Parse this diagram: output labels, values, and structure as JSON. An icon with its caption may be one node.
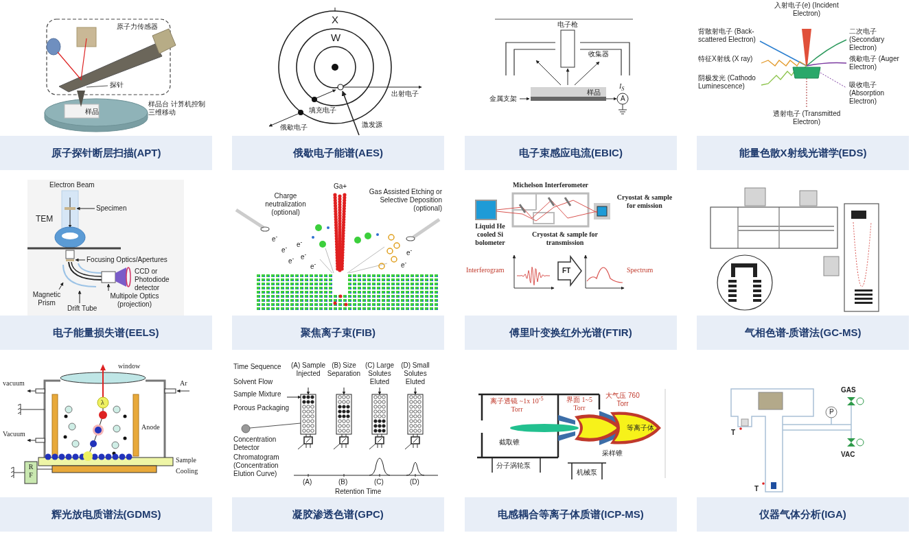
{
  "diagram": {
    "nodes": [
      {
        "text": [
          "原子探针断层扫描(APT)"
        ]
      },
      {
        "text": [
          "俄歇电子能谱(AES)"
        ]
      },
      {
        "text": [
          "电子束感应电流(EBIC)"
        ]
      },
      {
        "text": [
          "能量色散X射线光谱学(EDS)"
        ]
      },
      {
        "text": [
          "电子能量损失谱(EELS)"
        ]
      },
      {
        "text": [
          "聚焦离子束(FIB)"
        ]
      },
      {
        "text": [
          "傅里叶变换红外光谱(FTIR)"
        ]
      },
      {
        "text": [
          "气相色谱-质谱法(GC-MS)"
        ]
      },
      {
        "text": [
          "辉光放电质谱法(GDMS)"
        ]
      },
      {
        "text": [
          "凝胶渗透色谱(GPC)"
        ]
      },
      {
        "text": [
          "电感耦合等离子体质谱(ICP-MS)"
        ]
      },
      {
        "text": [
          "仪器气体分析(IGA)"
        ]
      }
    ],
    "labels": [
      "原子力传感器",
      "探针",
      "样品",
      "样品台 计算机控制三维移动",
      "X",
      "W",
      "出射电子",
      "填充电子",
      "俄歇电子",
      "激发源",
      "电子枪",
      "收集器",
      "样品",
      "金属支架",
      "I$_{S}$",
      "A",
      "入射电子(e) (Incident Electron)",
      "背散射电子 (Back-scattered Electron)",
      "特征X射线 (X ray)",
      "阴极发光 (Cathodo Luminescence)",
      "二次电子 (Secondary Electron)",
      "俄歇电子 (Auger Electron)",
      "吸收电子 (Absorption Electron)",
      "透射电子 (Transmitted Electron)",
      "Electron Beam",
      "Specimen",
      "TEM",
      "Focusing Optics/Apertures",
      "CCD or Photodiode detector",
      "Magnetic Prism",
      "Drift Tube",
      "Multipole Optics (projection)",
      "Charge neutralization (optional)",
      "Ga+",
      "Gas Assisted Etching or Selective Deposition (optional)",
      "e$^{-}$",
      "e$^{-}$",
      "e$^{-}$",
      "e$^{-}$",
      "e$^{-}$",
      "e$^{-}$",
      "e$^{-}$",
      "e$^{-}$",
      "Michelson Interferometer",
      "Cryostat & sample for emission",
      "Liquid He cooled Si bolometer",
      "Cryostat & sample for transmission",
      "Interferogram",
      "FT",
      "Spectrum",
      "window",
      "vacuum",
      "Ar",
      "λ",
      "Anode",
      "Vacuum",
      "Sample",
      "Cooling",
      "R F",
      "Time Sequence",
      "(A) Sample Injected",
      "(B) Size Separation",
      "(C) Large Solutes Eluted",
      "(D) Small Solutes Eluted",
      "Solvent Flow",
      "Sample Mixture",
      "Porous Packaging",
      "Concentration Detector",
      "Chromatogram (Concentration Elution Curve)",
      "(A)",
      "(B)",
      "(C)",
      "(D)",
      "Retention Time",
      "离子透镜 ~1x 10$^{-5}$ Torr",
      "界面 1~5 Torr",
      "大气压 760 Torr",
      "等离子体",
      "截取锥",
      "采样锥",
      "分子涡轮泵",
      "机械泵",
      "GAS",
      "P",
      "VAC",
      "T",
      "T"
    ]
  }
}
